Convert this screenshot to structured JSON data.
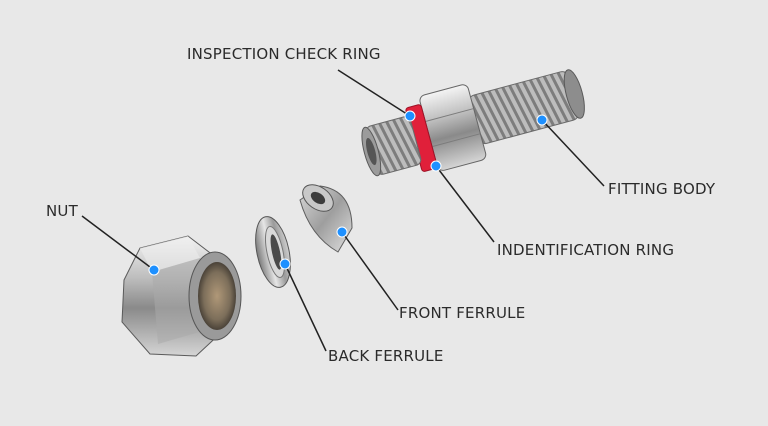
{
  "diagram": {
    "labels": {
      "inspection_check_ring": "INSPECTION CHECK RING",
      "fitting_body": "FITTING BODY",
      "identification_ring": "INDENTIFICATION RING",
      "nut": "NUT",
      "front_ferrule": "FRONT FERRULE",
      "back_ferrule": "BACK FERRULE"
    },
    "colors": {
      "background": "#e8e8e8",
      "leader_line": "#222222",
      "marker_dot": "#1e90ff",
      "ring_red": "#e0203a",
      "steel_light": "#d8d8d8",
      "steel_dark": "#6a6a6a"
    }
  }
}
